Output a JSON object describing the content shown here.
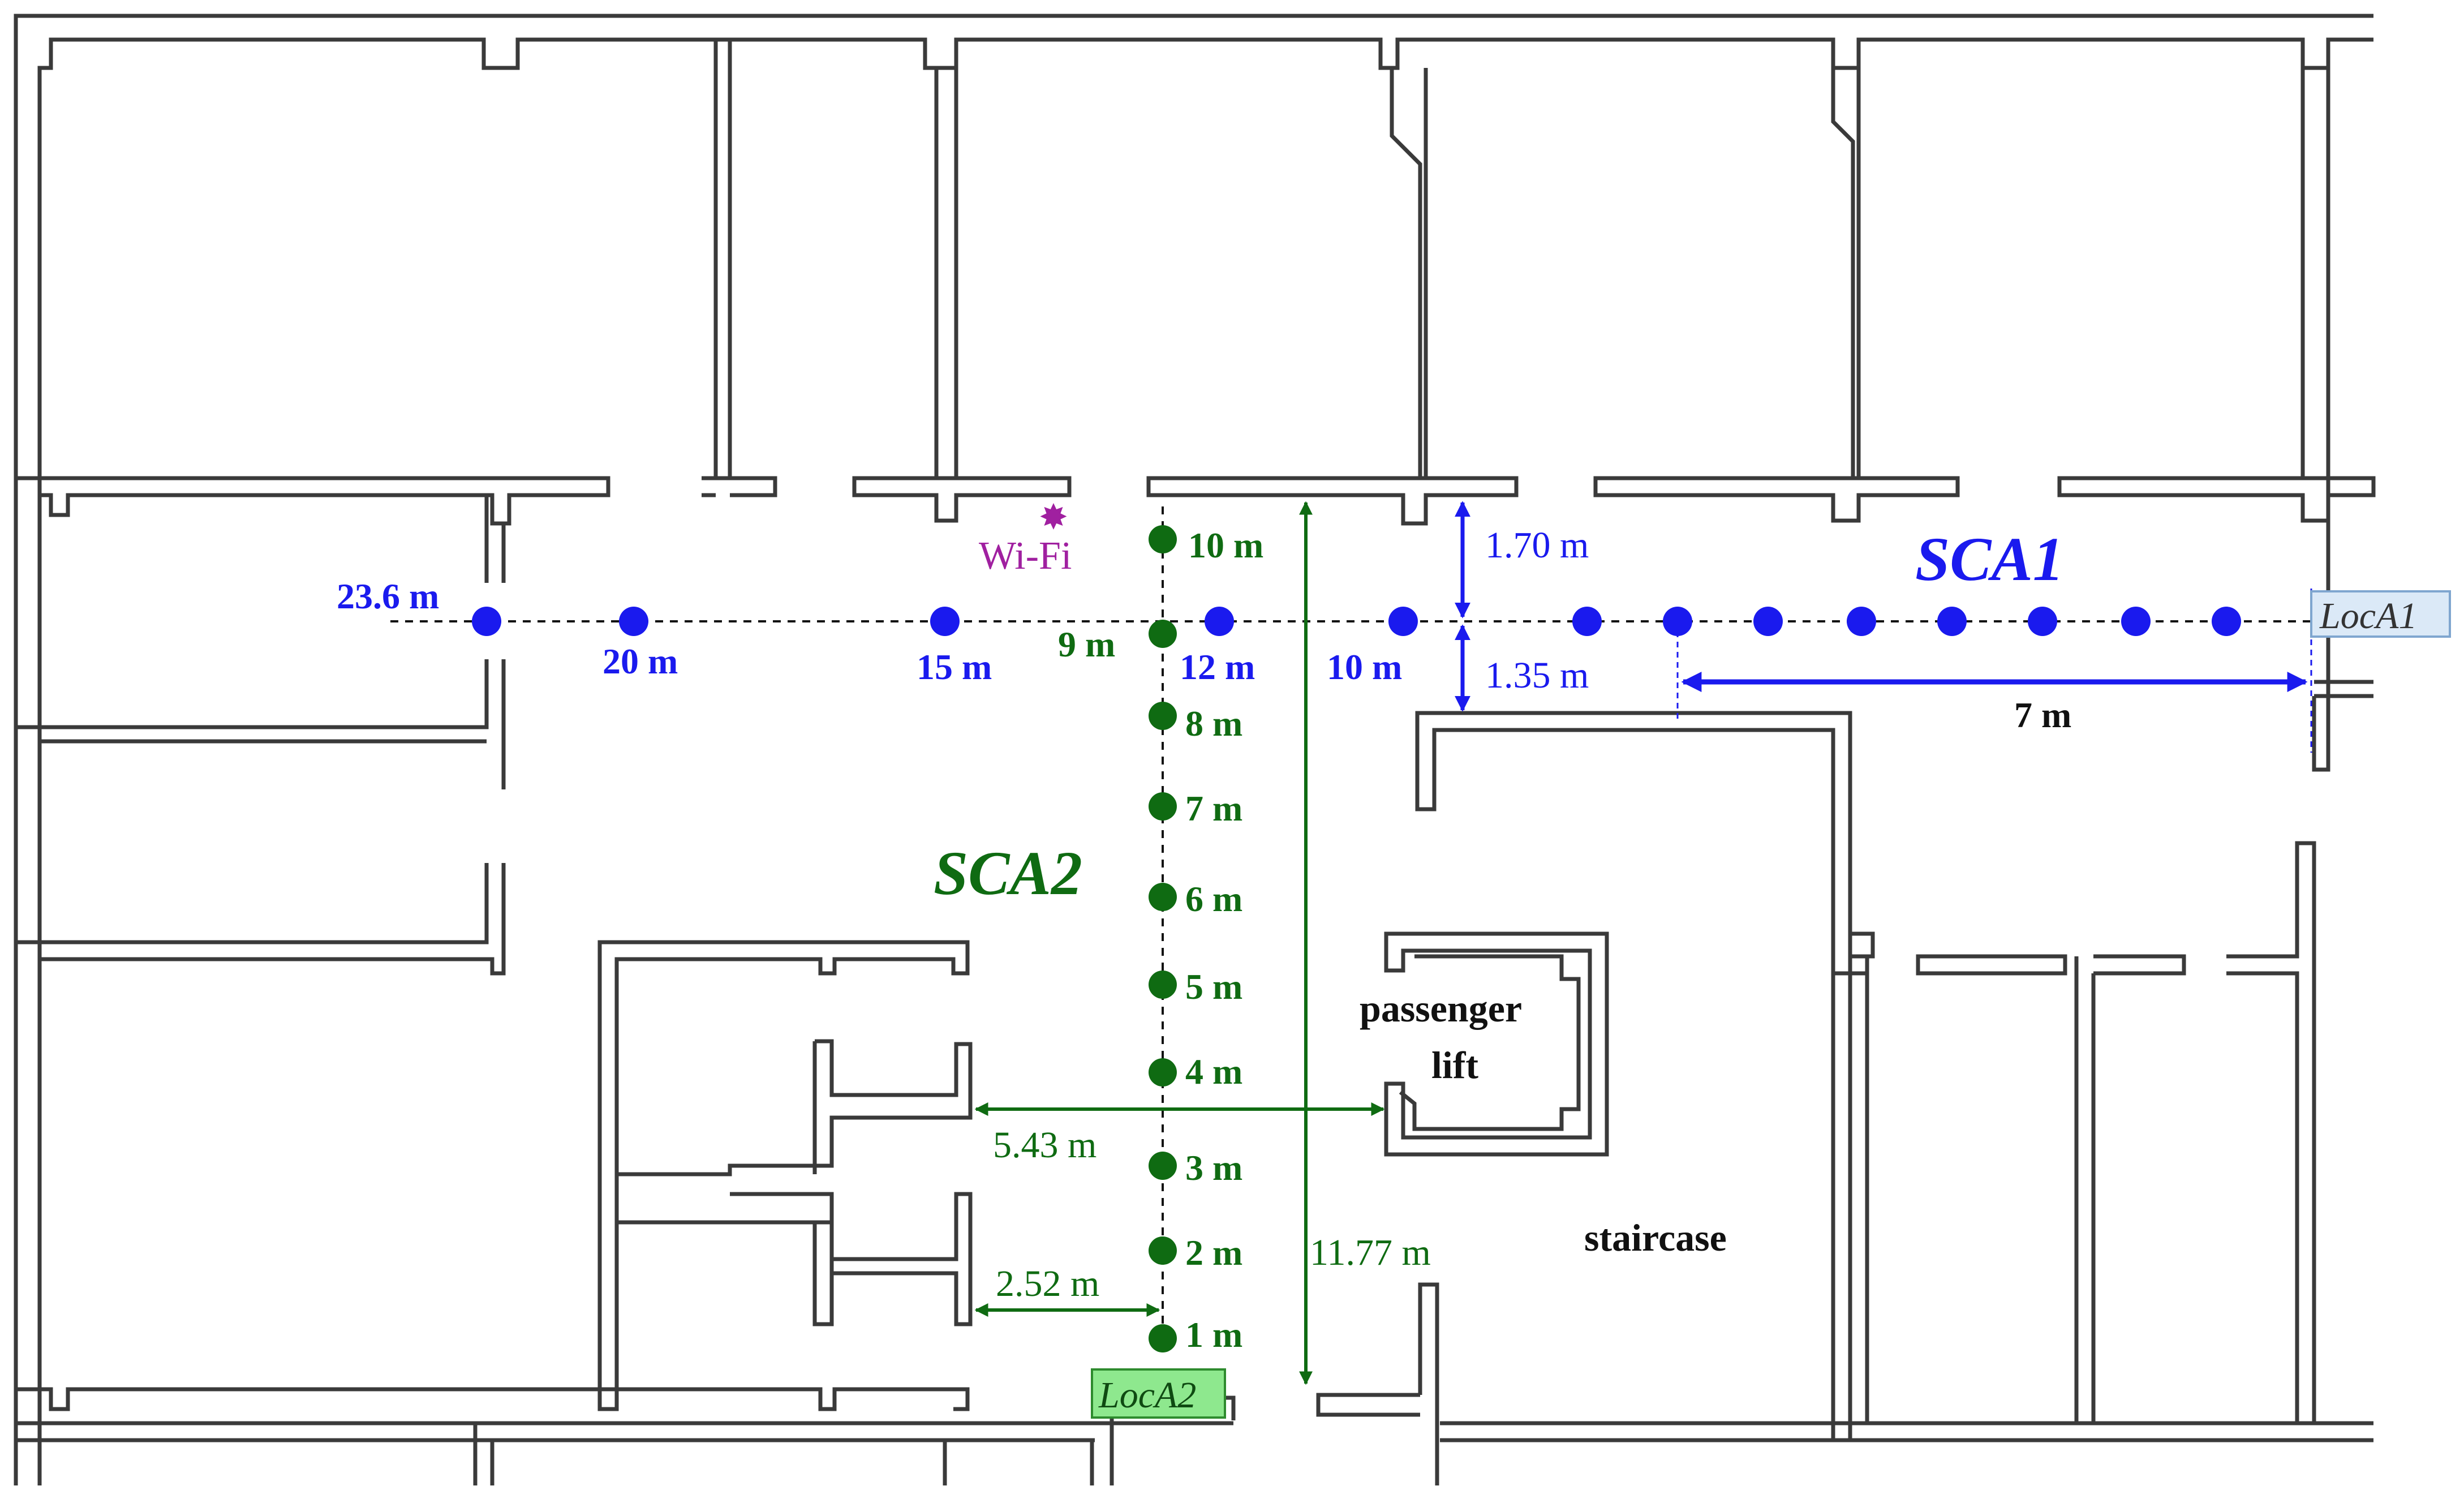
{
  "colors": {
    "sca1": "#1a1aee",
    "sca2": "#0f6b12",
    "wifi": "#a020a0",
    "wall": "#3a3a3a",
    "black": "#111111",
    "loca1_bg": "#dbe9f7",
    "loca1_border": "#7fa6cf",
    "loca2_bg": "#8ee88e",
    "loca2_border": "#2e8b2e"
  },
  "icons": {
    "wifi": "wifi-burst-icon"
  },
  "labels": {
    "sca1": "SCA1",
    "sca2": "SCA2",
    "wifi": "Wi-Fi",
    "loca1": "LocA1",
    "loca2": "LocA2",
    "passenger_lift_line1": "passenger",
    "passenger_lift_line2": "lift",
    "staircase": "staircase"
  },
  "sca1_points": [
    "23.6 m",
    "20 m",
    "15 m",
    "12 m",
    "10 m"
  ],
  "sca2_points": [
    "1 m",
    "2 m",
    "3 m",
    "4 m",
    "5 m",
    "6 m",
    "7 m",
    "8 m",
    "9 m",
    "10 m"
  ],
  "dimensions": {
    "corridor_above": "1.70 m",
    "corridor_below": "1.35 m",
    "sca1_span": "7 m",
    "lift_offset": "5.43 m",
    "wall_offset": "2.52 m",
    "sca2_span": "11.77 m"
  }
}
